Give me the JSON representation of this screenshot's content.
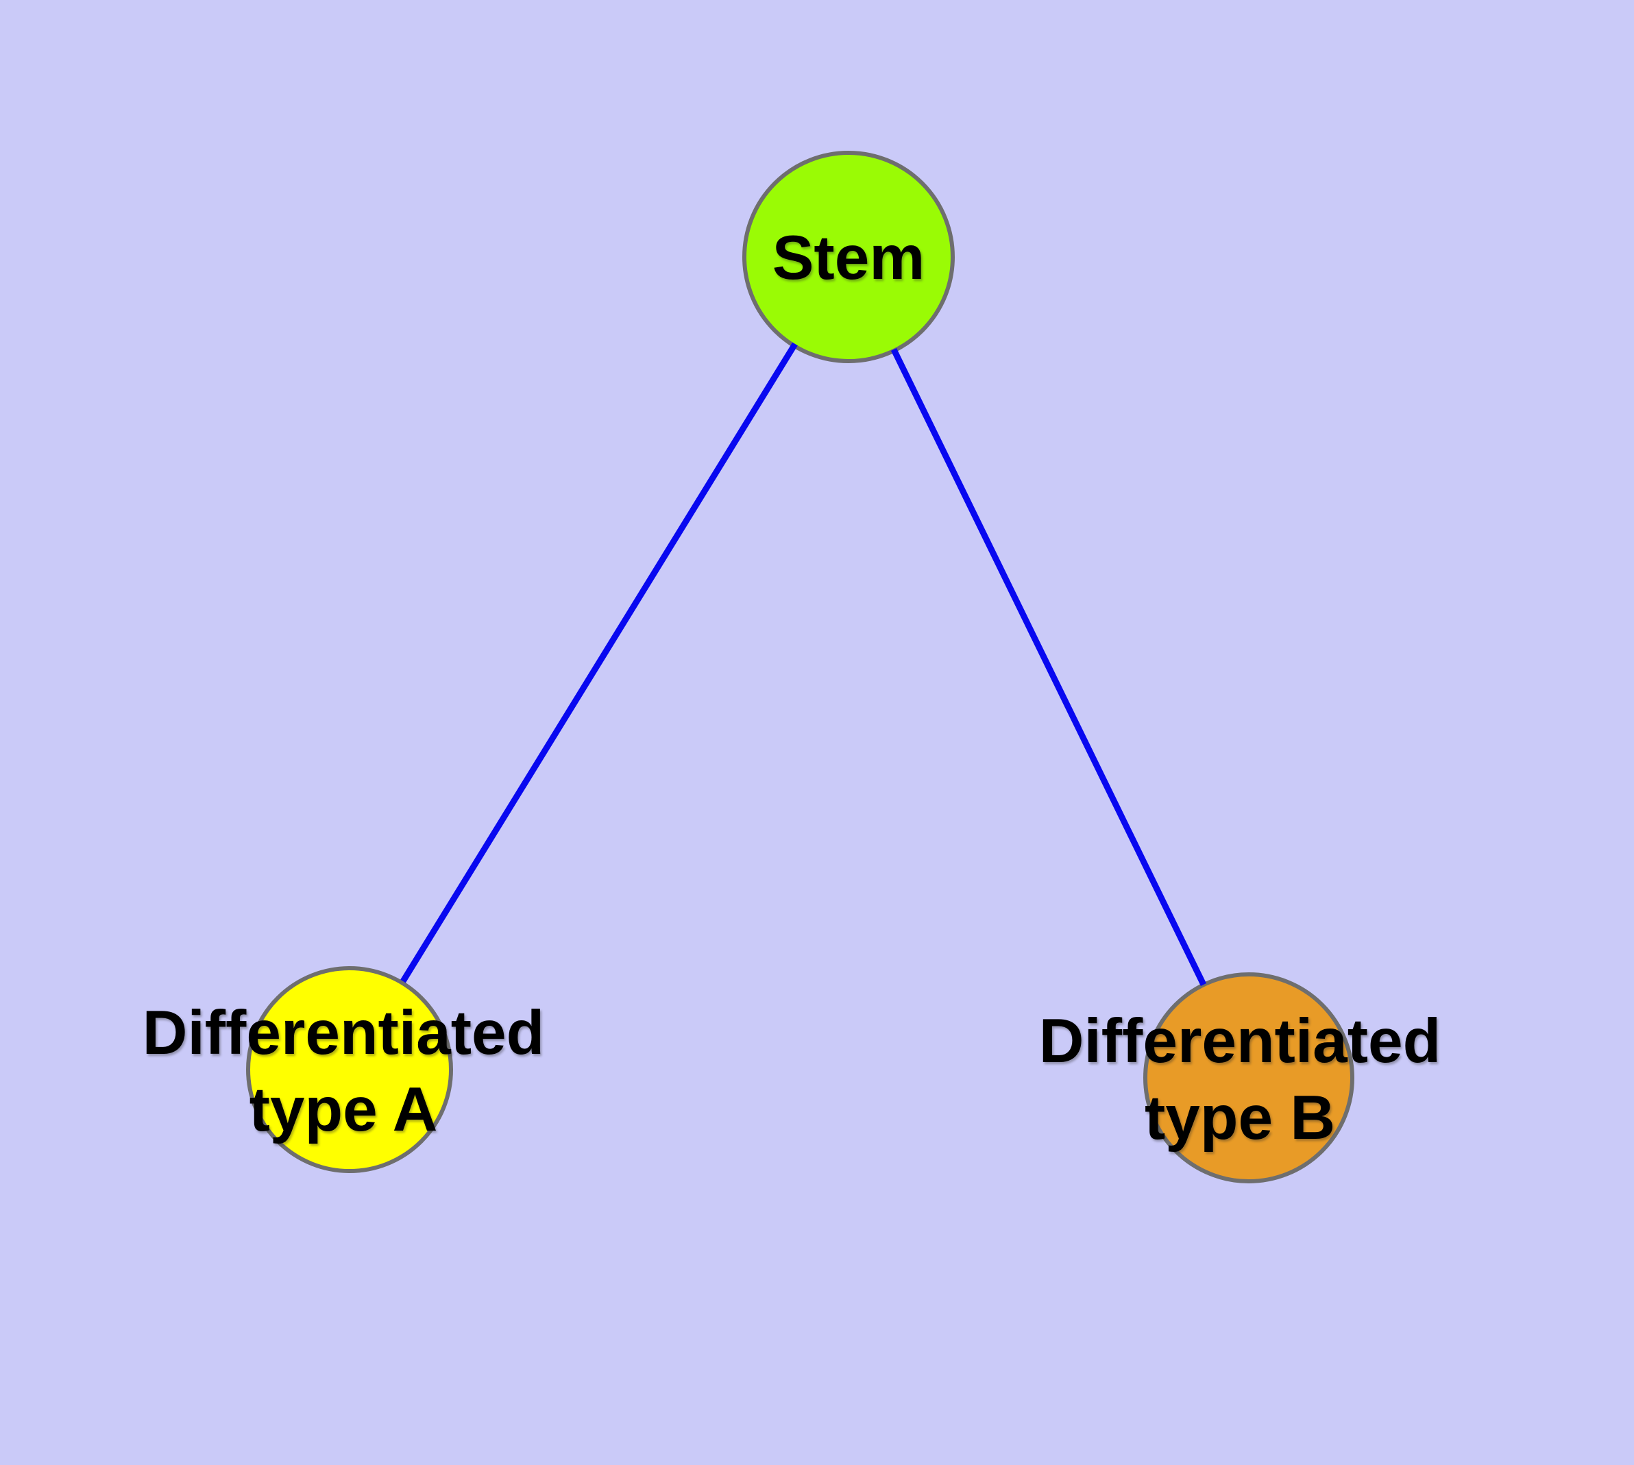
{
  "diagram": {
    "background_color": "#CACAF8",
    "edge_color": "#0808F0",
    "node_border_color": "#6E6E6E",
    "nodes": [
      {
        "id": "stem",
        "label_lines": [
          "Stem"
        ],
        "fill": "#9AFB05"
      },
      {
        "id": "type-a",
        "label_lines": [
          "Differentiated",
          "type A"
        ],
        "fill": "#FFFF00"
      },
      {
        "id": "type-b",
        "label_lines": [
          "Differentiated",
          "type B"
        ],
        "fill": "#E89B27"
      }
    ],
    "edges": [
      {
        "from": "stem",
        "to": "type-a"
      },
      {
        "from": "stem",
        "to": "type-b"
      }
    ]
  }
}
